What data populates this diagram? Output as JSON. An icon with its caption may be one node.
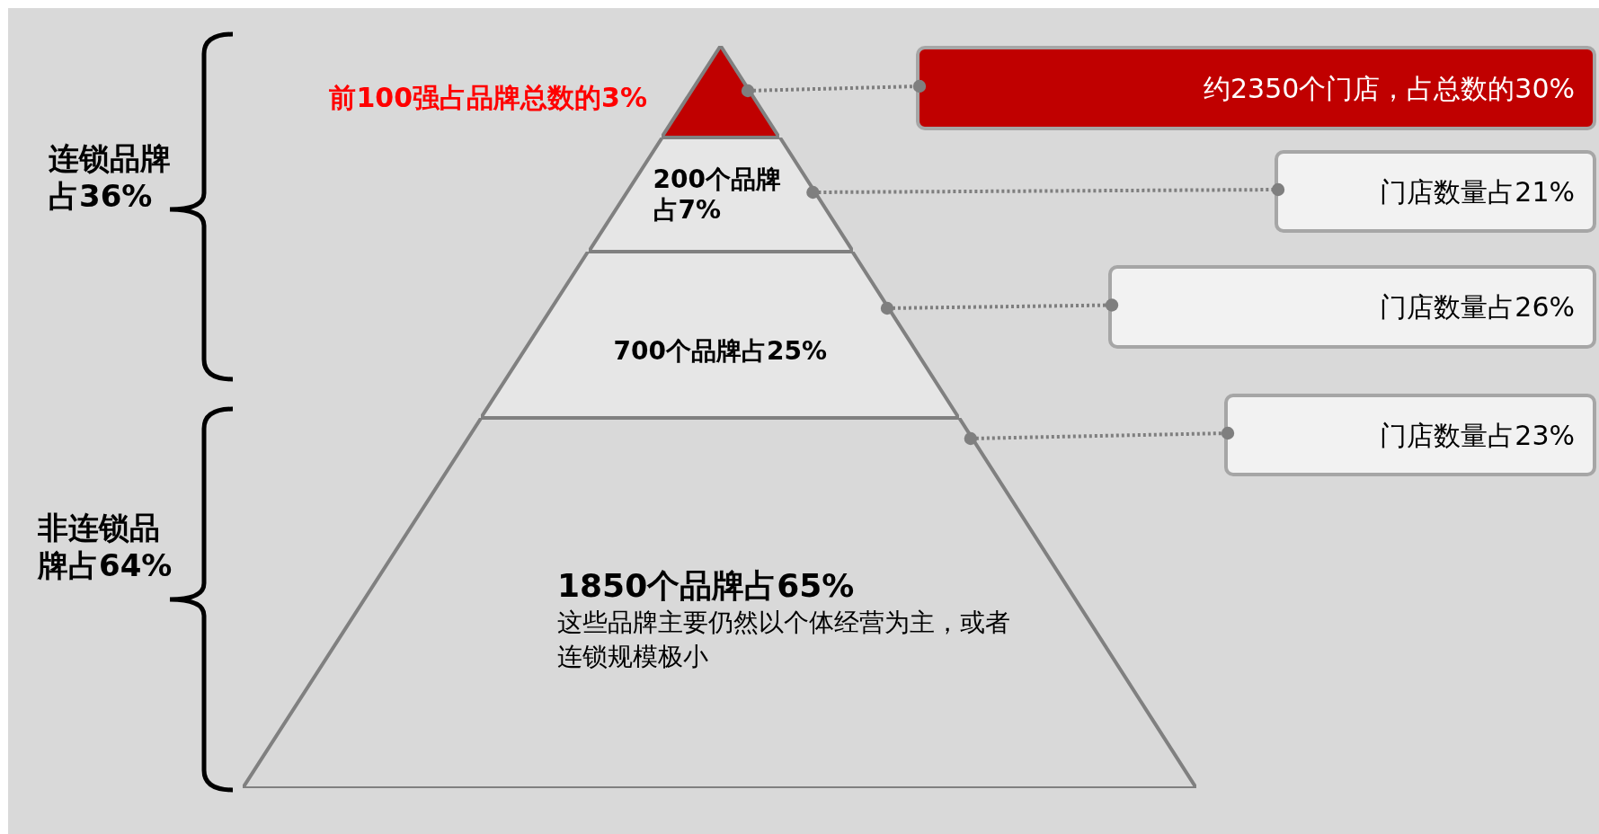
{
  "diagram": {
    "nodes": [
      {
        "text": [],
        "shape": "triangle",
        "beside": [
          "前100强占品牌总数的3%"
        ]
      },
      {
        "text": [
          "约2350个门店，占总数的30%"
        ]
      },
      {
        "text": [
          "200个品牌占7%"
        ]
      },
      {
        "text": [
          "门店数量占21%"
        ]
      },
      {
        "text": [
          "700个品牌占25%"
        ]
      },
      {
        "text": [
          "门店数量占26%"
        ]
      },
      {
        "text": [
          "1850个品牌占65%",
          "这些品牌主要仍然以个体经营为主，或者连锁规模极小"
        ]
      },
      {
        "text": [
          "门店数量占23%"
        ]
      }
    ],
    "edges": [
      {
        "from": 0,
        "to": 1,
        "arrow": "other",
        "style": "dashed"
      },
      {
        "from": 2,
        "to": 3,
        "arrow": "other",
        "style": "dashed"
      },
      {
        "from": 4,
        "to": 5,
        "arrow": "other",
        "style": "dashed"
      },
      {
        "from": 6,
        "to": 7,
        "arrow": "other",
        "style": "dashed"
      }
    ],
    "labels": [
      "连锁品牌占36%",
      "非连锁品牌占64%"
    ]
  }
}
